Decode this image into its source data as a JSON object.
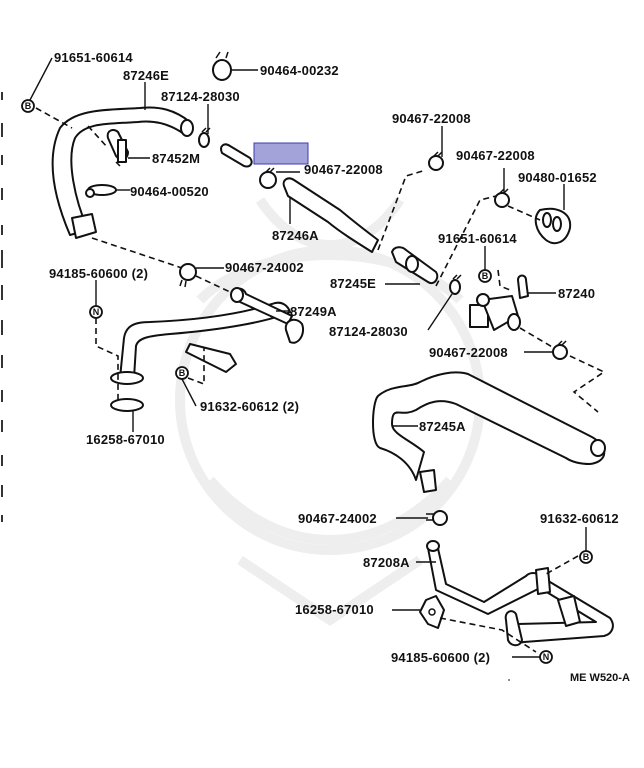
{
  "diagram": {
    "title": "Heater water hose & pipe assembly — exploded parts diagram",
    "code": "ME W520-A",
    "highlight_color": "#a3a3d9",
    "parts": [
      {
        "id": "p1",
        "number": "91651-60614"
      },
      {
        "id": "p2",
        "number": "87246E"
      },
      {
        "id": "p3",
        "number": "90464-00232"
      },
      {
        "id": "p4",
        "number": "87124-28030"
      },
      {
        "id": "p5",
        "number": "87452M"
      },
      {
        "id": "p6",
        "number": "90464-00520"
      },
      {
        "id": "p7",
        "number": "90467-22008"
      },
      {
        "id": "p8",
        "number": "87246A"
      },
      {
        "id": "p9",
        "number": "90467-22008"
      },
      {
        "id": "p10",
        "number": "90467-22008"
      },
      {
        "id": "p11",
        "number": "90480-01652"
      },
      {
        "id": "p12",
        "number": "91651-60614"
      },
      {
        "id": "p13",
        "number": "87245E"
      },
      {
        "id": "p14",
        "number": "87240"
      },
      {
        "id": "p15",
        "number": "87124-28030"
      },
      {
        "id": "p16",
        "number": "90467-22008"
      },
      {
        "id": "p17",
        "number": "94185-60600 (2)"
      },
      {
        "id": "p18",
        "number": "90467-24002"
      },
      {
        "id": "p19",
        "number": "87249A"
      },
      {
        "id": "p20",
        "number": "91632-60612 (2)"
      },
      {
        "id": "p21",
        "number": "16258-67010"
      },
      {
        "id": "p22",
        "number": "87245A"
      },
      {
        "id": "p23",
        "number": "90467-24002"
      },
      {
        "id": "p24",
        "number": "91632-60612"
      },
      {
        "id": "p25",
        "number": "87208A"
      },
      {
        "id": "p26",
        "number": "16258-67010"
      },
      {
        "id": "p27",
        "number": "94185-60600 (2)"
      }
    ],
    "bolt_markers": {
      "b": "B",
      "n": "N"
    }
  }
}
